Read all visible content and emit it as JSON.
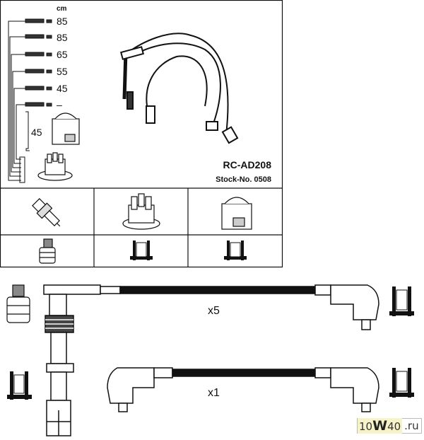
{
  "header": {
    "unit_label": "cm",
    "title": "RC-AD208",
    "stock_no": "Stock-No. 0508"
  },
  "cables": [
    {
      "length": "85"
    },
    {
      "length": "85"
    },
    {
      "length": "65"
    },
    {
      "length": "55"
    },
    {
      "length": "45"
    },
    {
      "length": "–"
    }
  ],
  "coil_lead_length": "45",
  "lower": {
    "qty_top": "x5",
    "qty_bottom": "x1"
  },
  "watermark": {
    "part1": "10",
    "part2": "W",
    "part3": "40",
    "part4": ".ru"
  }
}
